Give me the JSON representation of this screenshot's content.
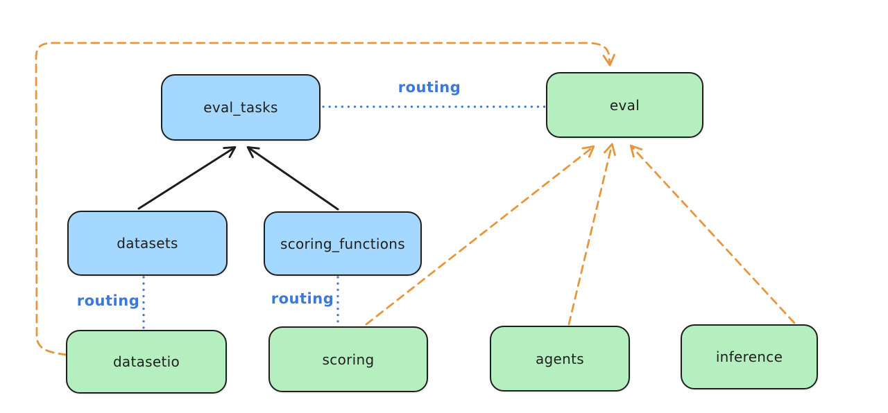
{
  "diagram": {
    "nodes": {
      "eval_tasks": {
        "label": "eval_tasks"
      },
      "eval": {
        "label": "eval"
      },
      "datasets": {
        "label": "datasets"
      },
      "scoring_functions": {
        "label": "scoring_functions"
      },
      "datasetio": {
        "label": "datasetio"
      },
      "scoring": {
        "label": "scoring"
      },
      "agents": {
        "label": "agents"
      },
      "inference": {
        "label": "inference"
      }
    },
    "routing_label": "routing",
    "colors": {
      "blue_node_fill": "#a5d8ff",
      "green_node_fill": "#b5efbf",
      "node_border": "#1e1e1e",
      "black_arrow": "#1e1e1e",
      "routing_blue": "#3b78d8",
      "orange_dashed": "#e8963c",
      "background": "#ffffff"
    }
  }
}
